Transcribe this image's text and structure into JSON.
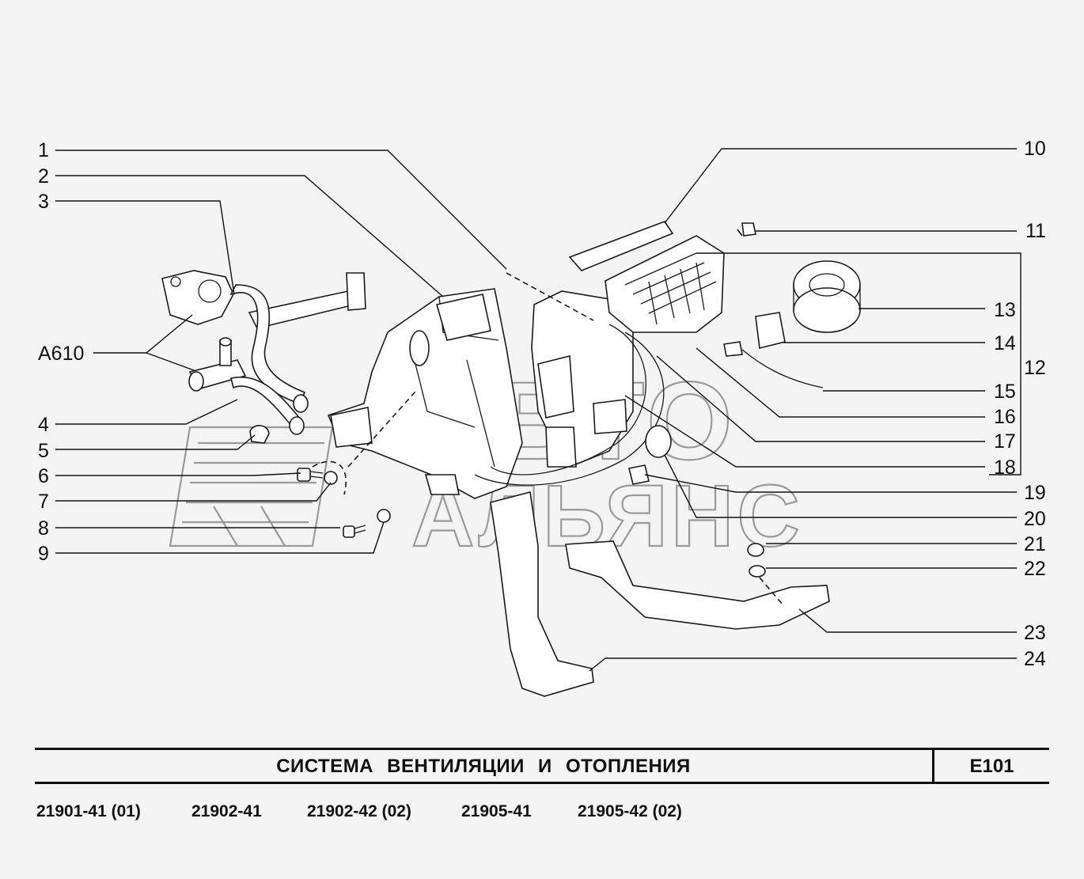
{
  "watermark": {
    "line1": "АВТО",
    "line2": "АЛЬЯНС"
  },
  "callouts_left": [
    "1",
    "2",
    "3",
    "A610",
    "4",
    "5",
    "6",
    "7",
    "8",
    "9"
  ],
  "callouts_right": [
    "10",
    "11",
    "12",
    "13",
    "14",
    "15",
    "16",
    "17",
    "18",
    "19",
    "20",
    "21",
    "22",
    "23",
    "24"
  ],
  "title_block": {
    "title": "СИСТЕМА ВЕНТИЛЯЦИИ И ОТОПЛЕНИЯ",
    "code": "E101"
  },
  "models": [
    "21901-41 (01)",
    "21902-41",
    "21902-42 (02)",
    "21905-41",
    "21905-42 (02)"
  ]
}
